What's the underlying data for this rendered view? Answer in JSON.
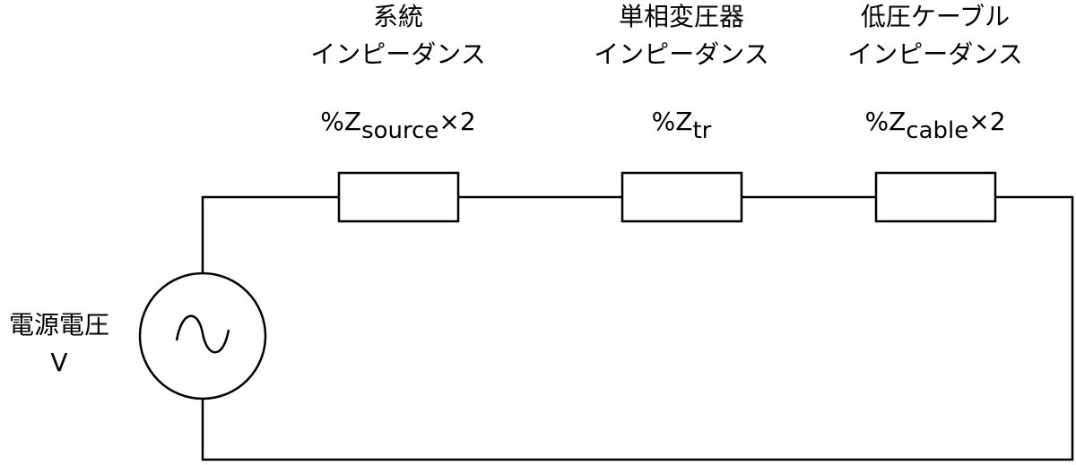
{
  "components": [
    {
      "id": "source",
      "category_line1": "系統",
      "category_line2": "インピーダンス",
      "symbol_prefix": "%Z",
      "symbol_sub": "source",
      "symbol_suffix": "×2"
    },
    {
      "id": "transformer",
      "category_line1": "単相変圧器",
      "category_line2": "インピーダンス",
      "symbol_prefix": "%Z",
      "symbol_sub": "tr",
      "symbol_suffix": ""
    },
    {
      "id": "cable",
      "category_line1": "低圧ケーブル",
      "category_line2": "インピーダンス",
      "symbol_prefix": "%Z",
      "symbol_sub": "cable",
      "symbol_suffix": "×2"
    }
  ],
  "ac_source": {
    "label_line1": "電源電圧",
    "label_line2": "V"
  },
  "colors": {
    "line": "#000000",
    "background": "#ffffff"
  }
}
